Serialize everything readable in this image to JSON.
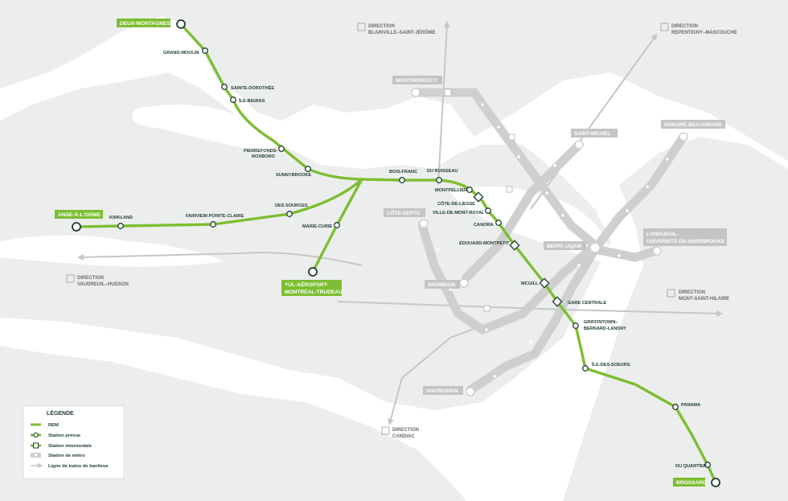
{
  "colors": {
    "rem": "#7cbe31",
    "rem_dark": "#1f3d2e",
    "metro": "#cfcfcf",
    "metro_label_bg": "#c4c4c4",
    "land": "#eceeed",
    "water": "#ffffff",
    "train": "#c6c6c6"
  },
  "terminals": {
    "deux_montagnes": "DEUX-MONTAGNES",
    "anse_a_lorme": "ANSE-À-L'ORME",
    "yul_line1": "YUL-AÉROPORT-",
    "yul_line2": "MONTRÉAL-TRUDEAU",
    "brossard": "BROSSARD"
  },
  "stations": {
    "grand_moulin": "GRAND-MOULIN",
    "sainte_dorothee": "SAINTE-DOROTHÉE",
    "ile_bigras": "ÎLE-BIGRAS",
    "pierrefonds_1": "PIERREFONDS-",
    "pierrefonds_2": "ROXBORO",
    "sunnybrooke": "SUNNYBROOKE",
    "bois_franc": "BOIS-FRANC",
    "du_ruisseau": "DU RUISSEAU",
    "montpellier": "MONTPELLIER",
    "cote_de_liesse": "CÔTE-DE-LIESSE",
    "ville_mont_royal": "VILLE-DE-MONT-ROYAL",
    "canora": "CANORA",
    "edouard_montpetit": "ÉDOUARD-MONTPETIT",
    "mcgill": "MCGILL",
    "gare_centrale": "GARE CENTRALE",
    "griffintown_1": "GRIFFINTOWN–",
    "griffintown_2": "BERNARD-LANDRY",
    "ile_des_soeurs": "ÎLE-DES-SOEURS",
    "panama": "PANAMA",
    "du_quartier": "DU QUARTIER",
    "kirkland": "KIRKLAND",
    "fairview": "FAIRVIEW-POINTE-CLAIRE",
    "des_sources": "DES SOURCES",
    "marie_curie": "MARIE-CURIE"
  },
  "metro_labels": {
    "montmorency": "MONTMORENCY",
    "saint_michel": "SAINT-MICHEL",
    "honore_beaugrand": "HONORÉ-BEAUGRAND",
    "cote_vertu": "CÔTE-VERTU",
    "berri_uqam": "BERRI–UQAM",
    "longueuil_1": "LONGUEUIL–",
    "longueuil_2": "UNIVERSITÉ-DE-SHERBROOKE",
    "snowdon": "SNOWDON",
    "angrignon": "ANGRIGNON"
  },
  "directions": {
    "blainville": [
      "DIRECTION",
      "BLAINVILLE–SAINT-JÉRÔME"
    ],
    "repentigny": [
      "DIRECTION",
      "REPENTIGNY–MASCOUCHE"
    ],
    "vaudreuil": [
      "DIRECTION",
      "VAUDREUIL–HUDSON"
    ],
    "mont_saint_hilaire": [
      "DIRECTION",
      "MONT-SAINT-HILAIRE"
    ],
    "candiac": [
      "DIRECTION",
      "CANDIAC"
    ]
  },
  "legend": {
    "title": "LÉGENDE",
    "items": [
      {
        "label": "REM",
        "icon": "rem-line"
      },
      {
        "label": "Station prévue",
        "icon": "station-circle"
      },
      {
        "label": "Station intermodale",
        "icon": "station-square"
      },
      {
        "label": "Station de métro",
        "icon": "metro-station"
      },
      {
        "label": "Ligne de trains de banlieue",
        "icon": "train-arrow"
      }
    ]
  }
}
